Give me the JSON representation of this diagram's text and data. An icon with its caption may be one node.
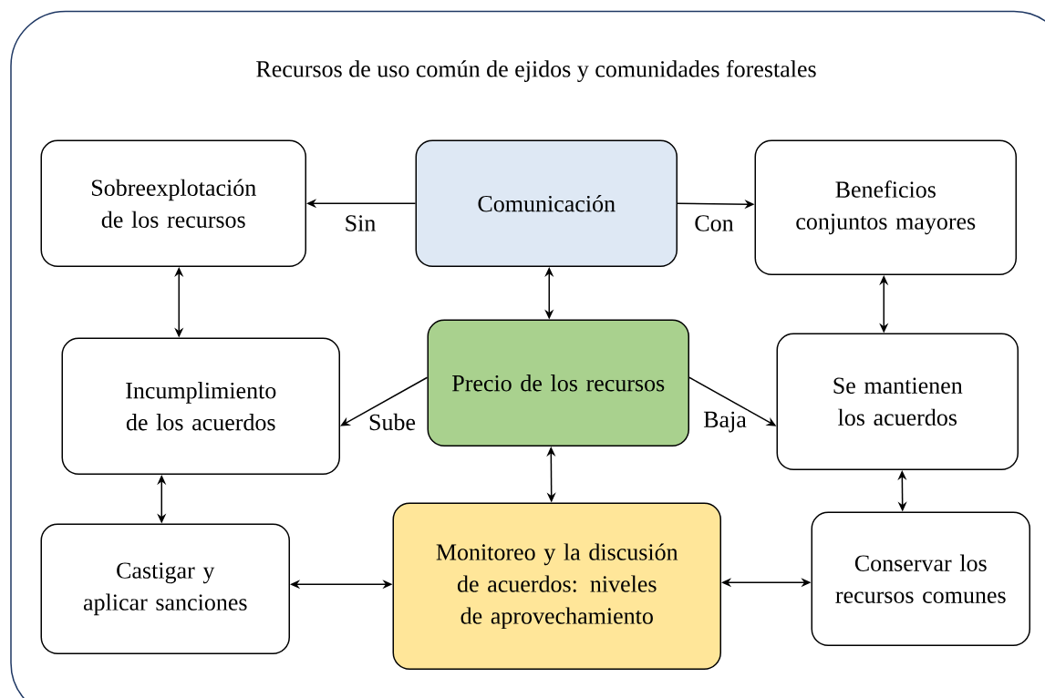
{
  "diagram": {
    "nodes": [
      {
        "text": [
          "Recursos de uso común de ejidos y comunidades forestales"
        ]
      },
      {
        "text": [
          "Comunicación"
        ],
        "in": 0
      },
      {
        "text": [
          "Sobreexplotación de los recursos"
        ],
        "in": 0
      },
      {
        "text": [
          "Beneficios conjuntos mayores"
        ],
        "in": 0
      },
      {
        "text": [
          "Precio de los recursos"
        ],
        "in": 0
      },
      {
        "text": [
          "Incumplimiento de los acuerdos"
        ],
        "in": 0
      },
      {
        "text": [
          "Se mantienen los acuerdos"
        ],
        "in": 0
      },
      {
        "text": [
          "Monitoreo y la discusión de acuerdos: niveles de aprovechamiento"
        ],
        "in": 0
      },
      {
        "text": [
          "Castigar y aplicar sanciones"
        ],
        "in": 0
      },
      {
        "text": [
          "Conservar los recursos comunes"
        ],
        "in": 0
      }
    ],
    "edges": [
      {
        "from": 1,
        "to": 2,
        "arrow": "to",
        "label": "Sin"
      },
      {
        "from": 1,
        "to": 3,
        "arrow": "to",
        "label": "Con"
      },
      {
        "from": 2,
        "to": 5,
        "arrow": "both"
      },
      {
        "from": 1,
        "to": 4,
        "arrow": "both"
      },
      {
        "from": 3,
        "to": 6,
        "arrow": "both"
      },
      {
        "from": 4,
        "to": 5,
        "arrow": "to",
        "label": "Sube"
      },
      {
        "from": 4,
        "to": 6,
        "arrow": "to",
        "label": "Baja"
      },
      {
        "from": 4,
        "to": 7,
        "arrow": "both"
      },
      {
        "from": 5,
        "to": 8,
        "arrow": "both"
      },
      {
        "from": 6,
        "to": 9,
        "arrow": "both"
      },
      {
        "from": 8,
        "to": 7,
        "arrow": "both"
      },
      {
        "from": 7,
        "to": 9,
        "arrow": "both"
      }
    ]
  }
}
